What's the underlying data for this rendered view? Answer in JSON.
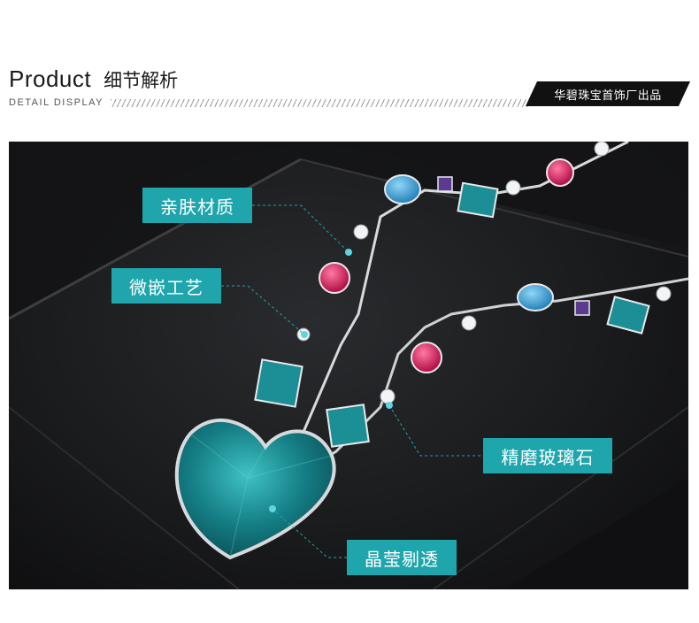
{
  "header": {
    "title_en": "Product",
    "title_cn": "细节解析",
    "subtitle": "DETAIL DISPLAY",
    "brand": "华碧珠宝首饰厂出品"
  },
  "callouts": [
    {
      "label": "亲肤材质"
    },
    {
      "label": "微嵌工艺"
    },
    {
      "label": "精磨玻璃石"
    },
    {
      "label": "晶莹剔透"
    }
  ],
  "colors": {
    "accent": "#1fa6ad",
    "background_dark": "#1a1b1d",
    "stone_teal": "#1b8f95",
    "stone_pink": "#e23a6e",
    "stone_blue": "#3fa7d9",
    "stone_purple": "#5b3a8f"
  }
}
